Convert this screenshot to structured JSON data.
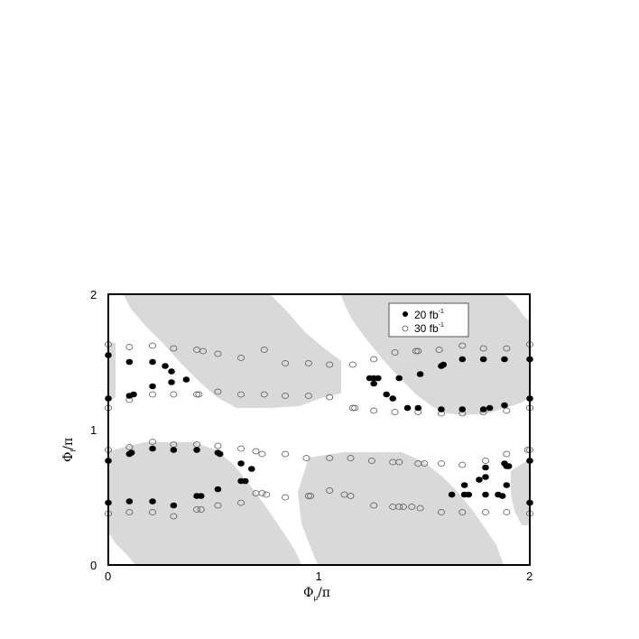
{
  "chart_data": {
    "type": "scatter",
    "title": "",
    "xlabel": "Φ_μ/π",
    "ylabel": "Φ_l/π",
    "xlim": [
      0,
      2
    ],
    "ylim": [
      0,
      2
    ],
    "x_ticks": [
      "0",
      "1",
      "2"
    ],
    "y_ticks": [
      "0",
      "1",
      "2"
    ],
    "grid": false,
    "legend_position": "upper right",
    "background_regions": "shaded gray allowed/excluded regions",
    "series": [
      {
        "name": "20 fb^-1",
        "marker": "filled circle",
        "points": [
          [
            0.0,
            1.55
          ],
          [
            0.0,
            1.23
          ],
          [
            0.0,
            0.77
          ],
          [
            0.0,
            0.46
          ],
          [
            0.1,
            1.5
          ],
          [
            0.1,
            1.25
          ],
          [
            0.12,
            1.26
          ],
          [
            0.21,
            1.5
          ],
          [
            0.21,
            1.32
          ],
          [
            0.27,
            1.47
          ],
          [
            0.3,
            1.43
          ],
          [
            0.3,
            1.35
          ],
          [
            0.37,
            1.37
          ],
          [
            0.1,
            0.82
          ],
          [
            0.11,
            0.83
          ],
          [
            0.21,
            0.86
          ],
          [
            0.31,
            0.85
          ],
          [
            0.42,
            0.85
          ],
          [
            0.52,
            0.83
          ],
          [
            0.53,
            0.82
          ],
          [
            0.63,
            0.75
          ],
          [
            0.68,
            0.71
          ],
          [
            0.63,
            0.62
          ],
          [
            0.65,
            0.62
          ],
          [
            0.1,
            0.47
          ],
          [
            0.21,
            0.47
          ],
          [
            0.31,
            0.44
          ],
          [
            0.42,
            0.51
          ],
          [
            0.44,
            0.51
          ],
          [
            0.52,
            0.56
          ],
          [
            1.24,
            1.38
          ],
          [
            1.26,
            1.38
          ],
          [
            1.28,
            1.38
          ],
          [
            1.26,
            1.34
          ],
          [
            1.32,
            1.26
          ],
          [
            1.35,
            1.23
          ],
          [
            1.38,
            1.38
          ],
          [
            1.48,
            1.41
          ],
          [
            1.42,
            1.16
          ],
          [
            1.47,
            1.16
          ],
          [
            1.58,
            1.15
          ],
          [
            1.68,
            1.15
          ],
          [
            1.78,
            1.15
          ],
          [
            1.81,
            1.16
          ],
          [
            1.88,
            1.18
          ],
          [
            1.58,
            1.47
          ],
          [
            1.59,
            1.48
          ],
          [
            1.68,
            1.52
          ],
          [
            1.78,
            1.52
          ],
          [
            1.88,
            1.52
          ],
          [
            2.0,
            1.52
          ],
          [
            2.0,
            1.23
          ],
          [
            2.0,
            0.77
          ],
          [
            2.0,
            0.46
          ],
          [
            1.63,
            0.52
          ],
          [
            1.69,
            0.52
          ],
          [
            1.71,
            0.52
          ],
          [
            1.69,
            0.59
          ],
          [
            1.76,
            0.63
          ],
          [
            1.79,
            0.65
          ],
          [
            1.79,
            0.52
          ],
          [
            1.85,
            0.52
          ],
          [
            1.87,
            0.51
          ],
          [
            1.79,
            0.72
          ],
          [
            1.88,
            0.75
          ],
          [
            1.9,
            0.73
          ],
          [
            1.89,
            0.59
          ],
          [
            1.89,
            0.73
          ]
        ]
      },
      {
        "name": "30 fb^-1",
        "marker": "open circle",
        "points": [
          [
            0.0,
            1.63
          ],
          [
            0.0,
            1.16
          ],
          [
            0.0,
            0.85
          ],
          [
            0.0,
            0.38
          ],
          [
            0.1,
            1.61
          ],
          [
            0.21,
            1.62
          ],
          [
            0.31,
            1.6
          ],
          [
            0.42,
            1.59
          ],
          [
            0.45,
            1.58
          ],
          [
            0.52,
            1.56
          ],
          [
            0.63,
            1.53
          ],
          [
            0.74,
            1.59
          ],
          [
            0.84,
            1.49
          ],
          [
            0.95,
            1.49
          ],
          [
            1.05,
            1.48
          ],
          [
            1.16,
            1.48
          ],
          [
            1.26,
            1.52
          ],
          [
            1.36,
            1.57
          ],
          [
            1.46,
            1.58
          ],
          [
            1.47,
            1.58
          ],
          [
            1.57,
            1.59
          ],
          [
            1.68,
            1.62
          ],
          [
            1.78,
            1.6
          ],
          [
            1.89,
            1.6
          ],
          [
            2.0,
            1.63
          ],
          [
            0.1,
            1.22
          ],
          [
            0.21,
            1.26
          ],
          [
            0.31,
            1.26
          ],
          [
            0.42,
            1.26
          ],
          [
            0.43,
            1.26
          ],
          [
            0.52,
            1.28
          ],
          [
            0.63,
            1.26
          ],
          [
            0.74,
            1.26
          ],
          [
            0.84,
            1.25
          ],
          [
            0.95,
            1.25
          ],
          [
            1.05,
            1.24
          ],
          [
            1.16,
            1.16
          ],
          [
            1.17,
            1.16
          ],
          [
            1.26,
            1.14
          ],
          [
            1.36,
            1.13
          ],
          [
            1.47,
            1.13
          ],
          [
            1.58,
            1.12
          ],
          [
            1.68,
            1.12
          ],
          [
            1.78,
            1.13
          ],
          [
            1.89,
            1.14
          ],
          [
            2.0,
            1.16
          ],
          [
            0.1,
            0.87
          ],
          [
            0.21,
            0.91
          ],
          [
            0.31,
            0.89
          ],
          [
            0.42,
            0.89
          ],
          [
            0.52,
            0.88
          ],
          [
            0.63,
            0.86
          ],
          [
            0.7,
            0.84
          ],
          [
            0.73,
            0.82
          ],
          [
            0.84,
            0.82
          ],
          [
            0.94,
            0.79
          ],
          [
            1.05,
            0.79
          ],
          [
            1.15,
            0.79
          ],
          [
            1.25,
            0.77
          ],
          [
            1.35,
            0.76
          ],
          [
            1.38,
            0.76
          ],
          [
            1.47,
            0.75
          ],
          [
            1.5,
            0.75
          ],
          [
            1.58,
            0.75
          ],
          [
            1.68,
            0.74
          ],
          [
            1.79,
            0.77
          ],
          [
            1.89,
            0.82
          ],
          [
            1.99,
            0.85
          ],
          [
            2.0,
            0.85
          ],
          [
            0.1,
            0.39
          ],
          [
            0.21,
            0.39
          ],
          [
            0.31,
            0.36
          ],
          [
            0.42,
            0.41
          ],
          [
            0.44,
            0.41
          ],
          [
            0.52,
            0.44
          ],
          [
            0.63,
            0.46
          ],
          [
            0.7,
            0.53
          ],
          [
            0.73,
            0.53
          ],
          [
            0.75,
            0.52
          ],
          [
            0.84,
            0.5
          ],
          [
            0.95,
            0.51
          ],
          [
            0.96,
            0.51
          ],
          [
            1.05,
            0.55
          ],
          [
            1.12,
            0.52
          ],
          [
            1.15,
            0.51
          ],
          [
            1.26,
            0.44
          ],
          [
            1.35,
            0.43
          ],
          [
            1.38,
            0.43
          ],
          [
            1.4,
            0.43
          ],
          [
            1.44,
            0.43
          ],
          [
            1.48,
            0.42
          ],
          [
            1.58,
            0.39
          ],
          [
            1.68,
            0.39
          ],
          [
            1.79,
            0.39
          ],
          [
            1.89,
            0.39
          ],
          [
            2.0,
            0.38
          ]
        ]
      }
    ]
  },
  "legend": {
    "items": [
      {
        "label": "20 fb",
        "sup": "-1",
        "marker": "filled"
      },
      {
        "label": "30 fb",
        "sup": "-1",
        "marker": "open"
      }
    ]
  },
  "axes": {
    "x_ticks": [
      {
        "label": "0",
        "value": 0
      },
      {
        "label": "1",
        "value": 1
      },
      {
        "label": "2",
        "value": 2
      }
    ],
    "y_ticks": [
      {
        "label": "0",
        "value": 0
      },
      {
        "label": "1",
        "value": 1
      },
      {
        "label": "2",
        "value": 2
      }
    ],
    "xlabel_main": "Φ",
    "xlabel_sub": "μ",
    "xlabel_tail": "/π",
    "ylabel_main": "Φ",
    "ylabel_sub": "l",
    "ylabel_tail": "/π"
  },
  "colors": {
    "region_fill": "#d9d9d9",
    "frame": "#000000",
    "filled_marker": "#000000",
    "open_marker_stroke": "#555555"
  }
}
